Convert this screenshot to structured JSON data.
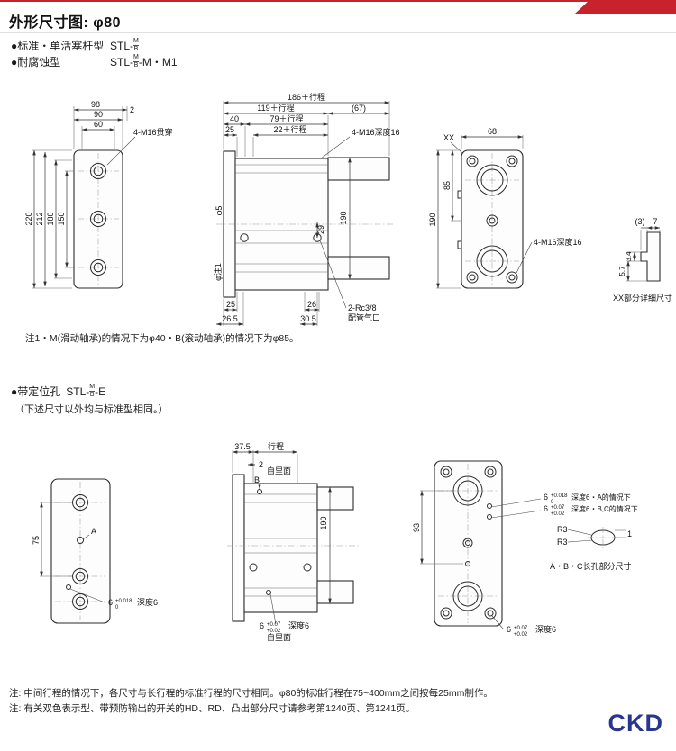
{
  "header": {
    "title": "外形尺寸图: φ80",
    "b1_label": "●标准・单活塞杆型",
    "b1_prefix": "STL-",
    "b1_top": "M",
    "b1_bottom": "B",
    "b2_label": "●耐腐蚀型",
    "b2_prefix": "STL-",
    "b2_top": "M",
    "b2_bottom": "B",
    "b2_suffix": "-M・M1"
  },
  "d1": {
    "left": {
      "dim_98": "98",
      "dim_90": "90",
      "dim_60": "60",
      "dim_2": "2",
      "bolt_label": "4-M16贯穿",
      "dim_220": "220",
      "dim_212": "212",
      "dim_180": "180",
      "dim_150": "150"
    },
    "mid": {
      "dim_186": "186＋行程",
      "dim_119": "119＋行程",
      "dim_67": "(67)",
      "dim_40": "40",
      "dim_79": "79＋行程",
      "dim_25t": "25",
      "dim_22": "22＋行程",
      "bolt_label": "4-M16深度16",
      "dim_190": "190",
      "dim_phi5": "φ5",
      "dim_note1": "φ注1",
      "dim_29": "29",
      "dim_25b": "25",
      "dim_26": "26",
      "dim_265": "26.5",
      "dim_305": "30.5",
      "port_label": "2-Rc3/8",
      "port_label2": "配管气口"
    },
    "right": {
      "xx": "XX",
      "dim_68": "68",
      "dim_85": "85",
      "dim_190": "190",
      "bolt_label": "4-M16深度16"
    },
    "detail": {
      "dim_3": "(3)",
      "dim_7": "7",
      "dim_34": "3.4",
      "dim_57": "5.7",
      "caption": "XX部分详细尺寸"
    },
    "note": "注1・M(滑动轴承)的情况下为φ40・B(滚动轴承)的情况下为φ85。"
  },
  "s2": {
    "label": "●带定位孔",
    "prefix": "STL-",
    "top": "M",
    "bottom": "B",
    "suffix": "-E",
    "sub": "（下述尺寸以外均与标准型相同。）"
  },
  "d2": {
    "left": {
      "dim_75": "75",
      "a_label": "A",
      "pin_6": "6",
      "pin_tol_top": "+0.018",
      "pin_tol_bot": "0",
      "pin_depth": "深度6"
    },
    "mid": {
      "dim_375": "37.5",
      "stroke_label": "行程",
      "dim_2": "2",
      "face_label": "自里面",
      "b_label": "B",
      "dim_190": "190",
      "pin_6": "6",
      "pin_tol_top": "+0.07",
      "pin_tol_bot": "+0.02",
      "pin_depth": "深度6",
      "face_label2": "自里面"
    },
    "right": {
      "dim_93": "93",
      "pin_6": "6",
      "pin_tol_top": "+0.07",
      "pin_tol_bot": "+0.02",
      "pin_depth": "深度6"
    },
    "ann": {
      "a_6": "6",
      "a_tol_top": "+0.018",
      "a_tol_bot": "0",
      "a_rest": "深度6・A的情况下",
      "bc_6": "6",
      "bc_tol_top": "+0.07",
      "bc_tol_bot": "+0.02",
      "bc_rest": "深度6・B,C的情况下",
      "r3_1": "R3",
      "r3_2": "R3",
      "dim_1": "1",
      "caption": "A・B・C长孔部分尺寸"
    }
  },
  "footer": {
    "note1": "注: 中间行程的情况下，各尺寸与长行程的标准行程的尺寸相同。φ80的标准行程在75~400mm之间按每25mm制作。",
    "note2": "注: 有关双色表示型、带预防输出的开关的HD、RD、凸出部分尺寸请参考第1240页、第1241页。",
    "logo": "CKD"
  }
}
